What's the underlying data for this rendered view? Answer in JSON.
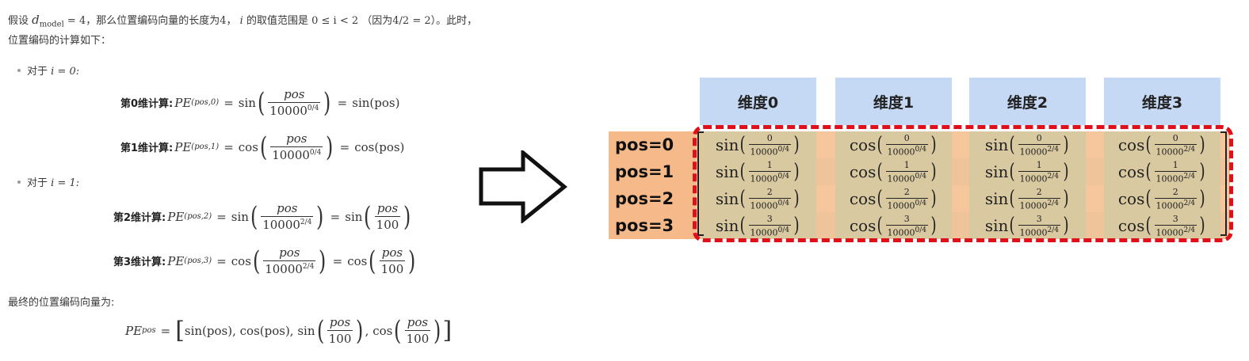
{
  "intro": {
    "line1_a": "假设",
    "line1_sym": "d",
    "line1_sub": "model",
    "line1_eq": " = 4，那么位置编码向量的长度为4，",
    "line1_i": "i",
    "line1_b": "的取值范围是",
    "line1_range": "0 ≤ i < 2",
    "line1_c": "（因为",
    "line1_calc": "4/2 = 2",
    "line1_d": "）。此时，",
    "line2": "位置编码的计算如下："
  },
  "bullets": [
    {
      "label": "对于",
      "cond": "i = 0:"
    },
    {
      "label": "对于",
      "cond": "i = 1:"
    }
  ],
  "formulas": {
    "f0_label": "第0维计算:",
    "f1_label": "第1维计算:",
    "f2_label": "第2维计算:",
    "f3_label": "第3维计算:",
    "pe": "PE",
    "sub0": "(pos,0)",
    "sub1": "(pos,1)",
    "sub2": "(pos,2)",
    "sub3": "(pos,3)",
    "sin": "sin",
    "cos": "cos",
    "pos": "pos",
    "base": "10000",
    "exp0": "0/4",
    "exp2": "2/4",
    "sinpos": "sin(pos)",
    "cospos": "cos(pos)",
    "hundred": "100"
  },
  "final": {
    "label": "最终的位置编码向量为:",
    "lhs_sub": "pos",
    "items_a": "sin(pos), cos(pos), sin",
    "items_b": ", cos"
  },
  "diagram": {
    "headers": [
      "维度0",
      "维度1",
      "维度2",
      "维度3"
    ],
    "rows": [
      "pos=0",
      "pos=1",
      "pos=2",
      "pos=3"
    ],
    "row_nums": [
      "0",
      "1",
      "2",
      "3"
    ],
    "fns": [
      "sin",
      "cos",
      "sin",
      "cos"
    ],
    "exps": [
      "0/4",
      "0/4",
      "2/4",
      "2/4"
    ],
    "base": "10000",
    "colors": {
      "header": "#c5d9f5",
      "rowlabel": "#f5b98a",
      "cell": "#d9c9a0",
      "dash": "#e0101a"
    }
  }
}
